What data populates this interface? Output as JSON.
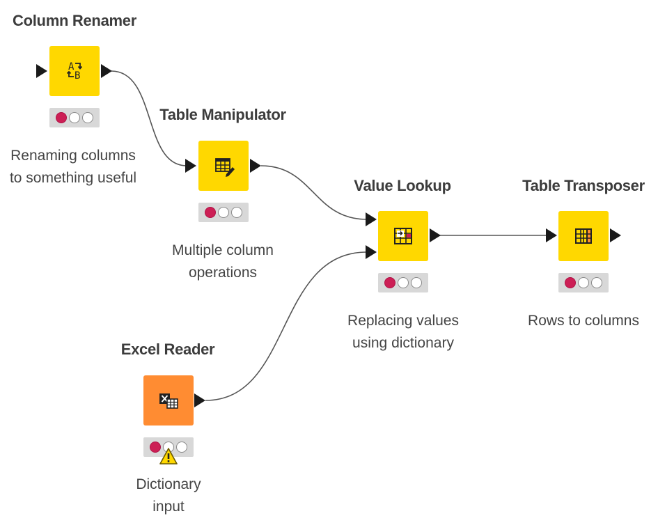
{
  "nodes": {
    "column_renamer": {
      "title": "Column Renamer",
      "desc_line1": "Renaming columns",
      "desc_line2": "to something useful",
      "color": "#ffd800",
      "icon": "rename-icon",
      "status": "not-configured"
    },
    "table_manipulator": {
      "title": "Table Manipulator",
      "desc_line1": "Multiple column",
      "desc_line2": "operations",
      "color": "#ffd800",
      "icon": "table-edit-icon",
      "status": "not-configured"
    },
    "value_lookup": {
      "title": "Value Lookup",
      "desc_line1": "Replacing values",
      "desc_line2": "using dictionary",
      "color": "#ffd800",
      "icon": "lookup-icon",
      "status": "not-configured"
    },
    "table_transposer": {
      "title": "Table Transposer",
      "desc_line1": "Rows to columns",
      "color": "#ffd800",
      "icon": "transpose-icon",
      "status": "not-configured"
    },
    "excel_reader": {
      "title": "Excel Reader",
      "desc_line1": "Dictionary",
      "desc_line2": "input",
      "color": "#ff8c32",
      "icon": "excel-icon",
      "status": "not-configured",
      "warning": true
    }
  },
  "colors": {
    "status_red": "#cc1f55",
    "wire": "#555555"
  }
}
